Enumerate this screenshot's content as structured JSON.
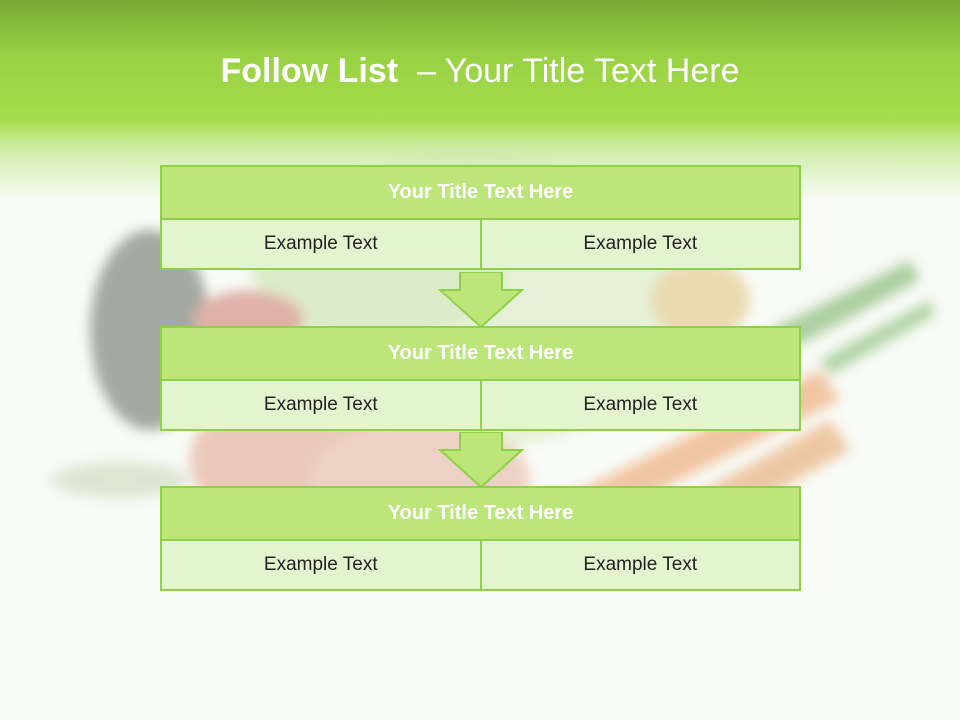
{
  "title": {
    "bold": "Follow List",
    "rest": "– Your Title Text Here"
  },
  "blocks": [
    {
      "title": "Your Title Text Here",
      "left": "Example Text",
      "right": "Example Text"
    },
    {
      "title": "Your Title Text Here",
      "left": "Example Text",
      "right": "Example Text"
    },
    {
      "title": "Your Title Text Here",
      "left": "Example Text",
      "right": "Example Text"
    }
  ],
  "colors": {
    "accent": "#a6dd4c",
    "header_fill": "#bce57a",
    "cell_fill": "#e2f5cf",
    "border": "#8fd04a"
  }
}
